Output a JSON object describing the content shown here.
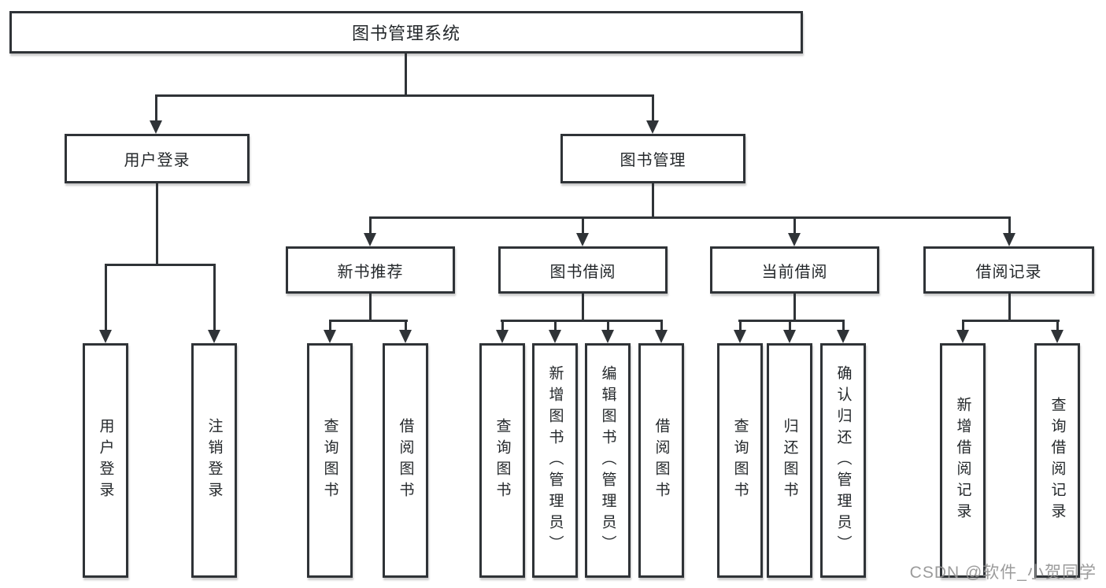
{
  "diagram_type": "hierarchy-tree",
  "tree": {
    "label": "图书管理系统",
    "children": [
      {
        "label": "用户登录",
        "children": [
          {
            "label": "用户登录"
          },
          {
            "label": "注销登录"
          }
        ]
      },
      {
        "label": "图书管理",
        "children": [
          {
            "label": "新书推荐",
            "children": [
              {
                "label": "查询图书"
              },
              {
                "label": "借阅图书"
              }
            ]
          },
          {
            "label": "图书借阅",
            "children": [
              {
                "label": "查询图书"
              },
              {
                "label": "新增图书（管理员）"
              },
              {
                "label": "编辑图书（管理员）"
              },
              {
                "label": "借阅图书"
              }
            ]
          },
          {
            "label": "当前借阅",
            "children": [
              {
                "label": "查询图书"
              },
              {
                "label": "归还图书"
              },
              {
                "label": "确认归还（管理员）"
              }
            ]
          },
          {
            "label": "借阅记录",
            "children": [
              {
                "label": "新增借阅记录"
              },
              {
                "label": "查询借阅记录"
              }
            ]
          }
        ]
      }
    ]
  },
  "watermark": "CSDN @软件_小贺同学",
  "colors": {
    "line": "#2f3337",
    "text": "#24282b",
    "watermark": "#919191",
    "background": "#ffffff"
  }
}
